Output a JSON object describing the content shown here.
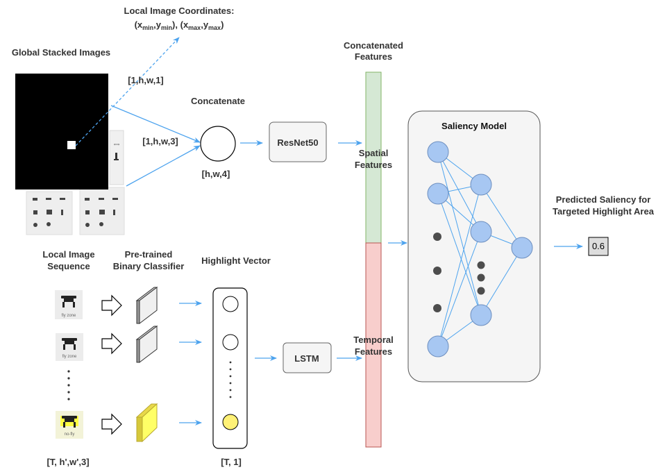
{
  "labels": {
    "local_coords_title": "Local Image Coordinates:",
    "global_stacked": "Global Stacked Images",
    "shape_1hw1": "[1,h,w,1]",
    "shape_1hw3": "[1,h,w,3]",
    "concatenate": "Concatenate",
    "shape_hw4": "[h,w,4]",
    "resnet": "ResNet50",
    "concat_features_1": "Concatenated",
    "concat_features_2": "Features",
    "spatial_1": "Spatial",
    "spatial_2": "Features",
    "temporal_1": "Temporal",
    "temporal_2": "Features",
    "saliency_model": "Saliency Model",
    "predicted_1": "Predicted Saliency for",
    "predicted_2": "Targeted Highlight Area",
    "output_value": "0.6",
    "local_seq_1": "Local Image",
    "local_seq_2": "Sequence",
    "pretrained_1": "Pre-trained",
    "pretrained_2": "Binary Classifier",
    "highlight_vector": "Highlight Vector",
    "lstm": "LSTM",
    "shape_Thw3": "[T, h',w',3]",
    "shape_T1": "[T, 1]"
  },
  "coords": {
    "x_min": "x",
    "x_min_sub": "min",
    "y_min": "y",
    "y_min_sub": "min",
    "x_max": "x",
    "x_max_sub": "max",
    "y_max": "y",
    "y_max_sub": "max"
  },
  "thumbs": {
    "fly_zone": "fly zone",
    "no_fly": "no-fly"
  },
  "colors": {
    "arrow": "#4da3ee",
    "spatial_fill": "#d5e8d4",
    "temporal_fill": "#f8cecc",
    "node_fill": "#a7c7f2",
    "highlight_fill": "#fff176",
    "classifier_fill": "#ffff66"
  },
  "icons": [
    "hollow-arrow-icon",
    "classifier-plane-icon",
    "drone-icon",
    "neural-node-icon"
  ]
}
